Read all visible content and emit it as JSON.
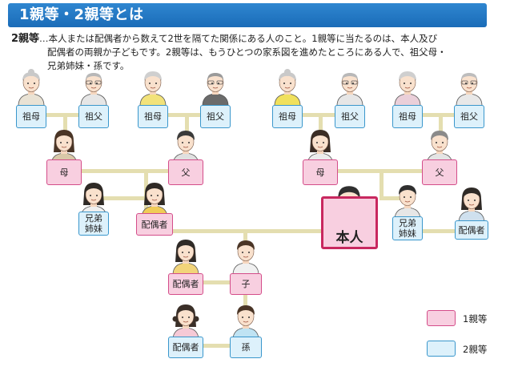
{
  "header": {
    "title": "1親等・2親等とは"
  },
  "description": {
    "term": "2親等",
    "line1": "…本人または配偶者から数えて2世を隔てた関係にある人のこと。1親等に当たるのは、本人及び",
    "line2": "配偶者の両親か子どもです。2親等は、もうひとつの家系図を進めたところにある人で、祖父母・",
    "line3": "兄弟姉妹・孫です。"
  },
  "colors": {
    "degree1_fill": "#f8cfe0",
    "degree1_border": "#d44d8a",
    "degree2_fill": "#ddf1fb",
    "degree2_border": "#3a97cc",
    "header": "#1f74c0"
  },
  "tree": {
    "spouse_side": {
      "maternal_grandmother": "祖母",
      "maternal_grandfather": "祖父",
      "paternal_grandmother": "祖母",
      "paternal_grandfather": "祖父",
      "mother": "母",
      "father": "父",
      "sibling_1": "兄弟",
      "sibling_2": "姉妹",
      "spouse": "配偶者"
    },
    "self_side": {
      "maternal_grandmother": "祖母",
      "maternal_grandfather": "祖父",
      "paternal_grandmother": "祖母",
      "paternal_grandfather": "祖父",
      "mother": "母",
      "father": "父",
      "self": "本人",
      "sibling_1": "兄弟",
      "sibling_2": "姉妹",
      "sibling_spouse": "配偶者"
    },
    "child_spouse": "配偶者",
    "child": "子",
    "grandchild_spouse": "配偶者",
    "grandchild": "孫"
  },
  "legend": [
    {
      "label": "1親等",
      "icon": "pink-box"
    },
    {
      "label": "2親等",
      "icon": "blue-box"
    }
  ]
}
